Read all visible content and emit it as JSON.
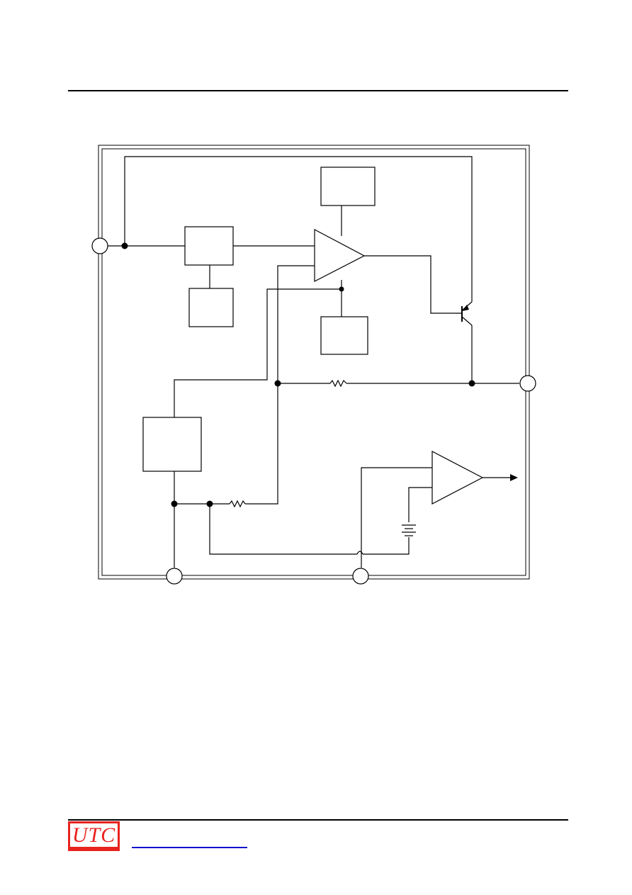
{
  "logo": {
    "text": "UTC",
    "color": "#e8231e"
  },
  "link": {
    "color": "#1010cc"
  },
  "diagram": {
    "type": "block-diagram",
    "pins": 4,
    "function_blocks": 5,
    "amplifiers": 2,
    "resistors": 2,
    "transistor": "pnp",
    "battery": 1
  }
}
